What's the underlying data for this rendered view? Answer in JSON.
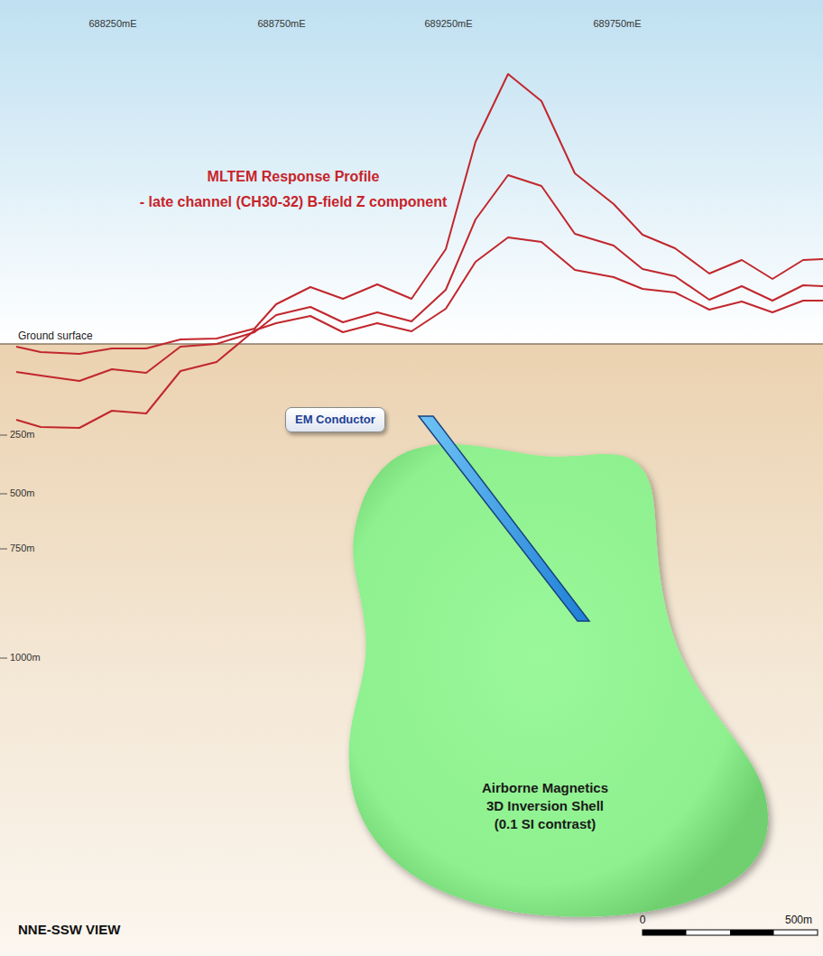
{
  "diagram": {
    "nodes": [
      {
        "text": [
          "EM Conductor"
        ]
      },
      {
        "text": [
          "Airborne Magnetics 3D Inversion Shell (0.1 SI contrast)"
        ]
      }
    ],
    "labels": [
      "688250mE",
      "688750mE",
      "689250mE",
      "689750mE",
      "MLTEM Response Profile",
      "- late channel (CH30-32) B-field Z component",
      "Ground surface",
      "250m",
      "500m",
      "750m",
      "1000m",
      "NNE-SSW VIEW",
      "0",
      "500m"
    ]
  }
}
